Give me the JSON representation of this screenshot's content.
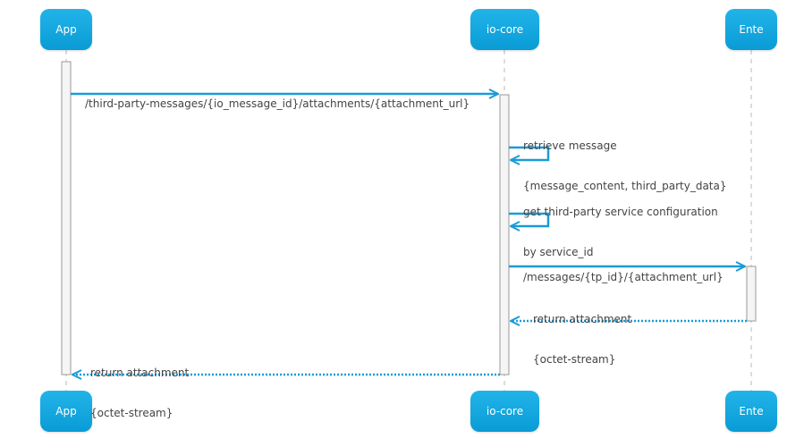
{
  "participants": {
    "app": "App",
    "iocore": "io-core",
    "ente": "Ente"
  },
  "messages": [
    {
      "from": "app",
      "to": "iocore",
      "kind": "sync",
      "lines": [
        "/third-party-messages/{io_message_id}/attachments/{attachment_url}"
      ]
    },
    {
      "from": "iocore",
      "to": "iocore",
      "kind": "self",
      "lines": [
        "retrieve message",
        "{message_content, third_party_data}"
      ]
    },
    {
      "from": "iocore",
      "to": "iocore",
      "kind": "self",
      "lines": [
        "get third-party service configuration",
        "by service_id"
      ]
    },
    {
      "from": "iocore",
      "to": "ente",
      "kind": "sync",
      "lines": [
        "/messages/{tp_id}/{attachment_url}"
      ]
    },
    {
      "from": "ente",
      "to": "iocore",
      "kind": "return",
      "lines": [
        "return attachment",
        "{octet-stream}"
      ]
    },
    {
      "from": "iocore",
      "to": "app",
      "kind": "return",
      "lines": [
        "return attachment",
        "{octet-stream}"
      ]
    }
  ],
  "colors": {
    "arrow": "#1a9bd7",
    "participant_top": "#21b4e8",
    "participant_bottom": "#0a9bd6",
    "lifeline": "#b8b8b8",
    "activation_fill": "#f5f5f5",
    "activation_stroke": "#999999",
    "label": "#444444"
  }
}
